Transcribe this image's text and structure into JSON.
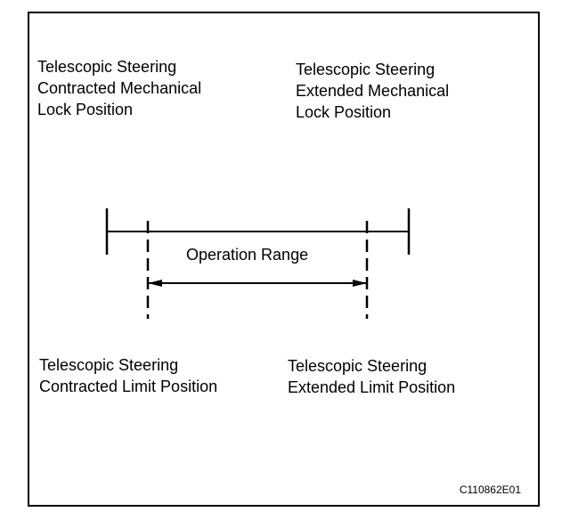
{
  "labels": {
    "contracted_mechanical": [
      "Telescopic Steering",
      "Contracted Mechanical",
      "Lock Position"
    ],
    "extended_mechanical": [
      "Telescopic Steering",
      "Extended Mechanical",
      "Lock Position"
    ],
    "contracted_limit": [
      "Telescopic Steering",
      "Contracted Limit Position"
    ],
    "extended_limit": [
      "Telescopic Steering",
      "Extended Limit Position"
    ],
    "operation_range": "Operation Range"
  },
  "figure_code": "C110862E01",
  "colors": {
    "line": "#000000",
    "background": "#ffffff"
  }
}
